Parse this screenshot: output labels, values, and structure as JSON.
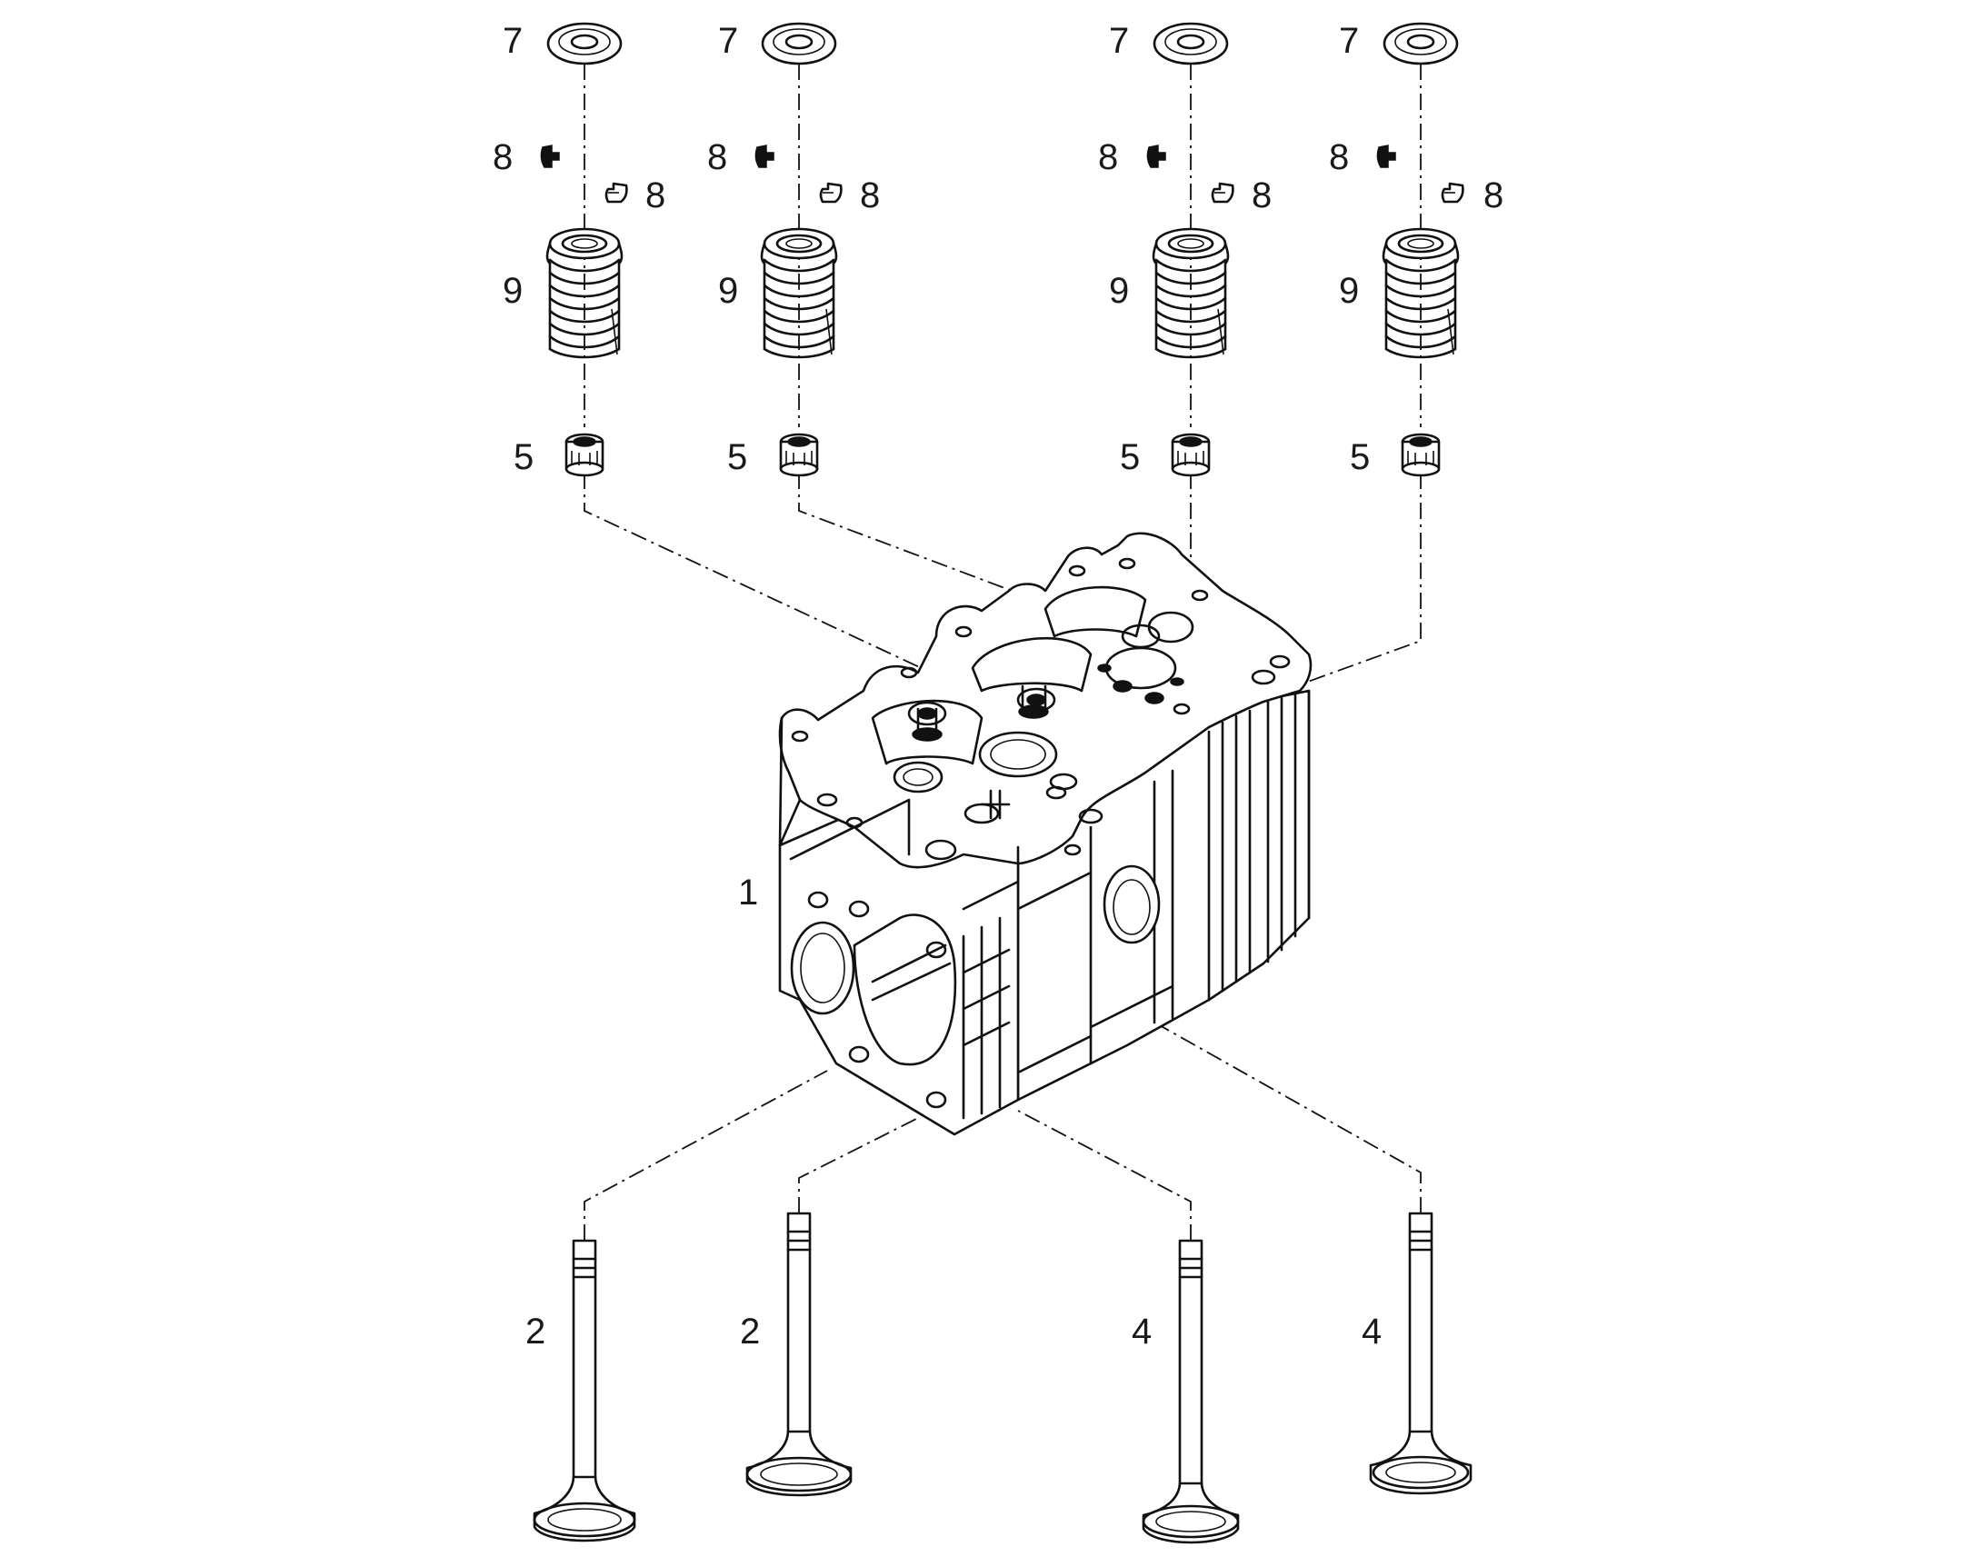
{
  "callouts": {
    "cylinder_head": "1",
    "intake_valve_1": "2",
    "intake_valve_2": "2",
    "exhaust_valve_1": "4",
    "exhaust_valve_2": "4",
    "stem_seal_1": "5",
    "stem_seal_2": "5",
    "stem_seal_3": "5",
    "stem_seal_4": "5",
    "spring_retainer_1": "7",
    "spring_retainer_2": "7",
    "spring_retainer_3": "7",
    "spring_retainer_4": "7",
    "valve_key_1a": "8",
    "valve_key_1b": "8",
    "valve_key_2a": "8",
    "valve_key_2b": "8",
    "valve_key_3a": "8",
    "valve_key_3b": "8",
    "valve_key_4a": "8",
    "valve_key_4b": "8",
    "valve_spring_1": "9",
    "valve_spring_2": "9",
    "valve_spring_3": "9",
    "valve_spring_4": "9"
  }
}
